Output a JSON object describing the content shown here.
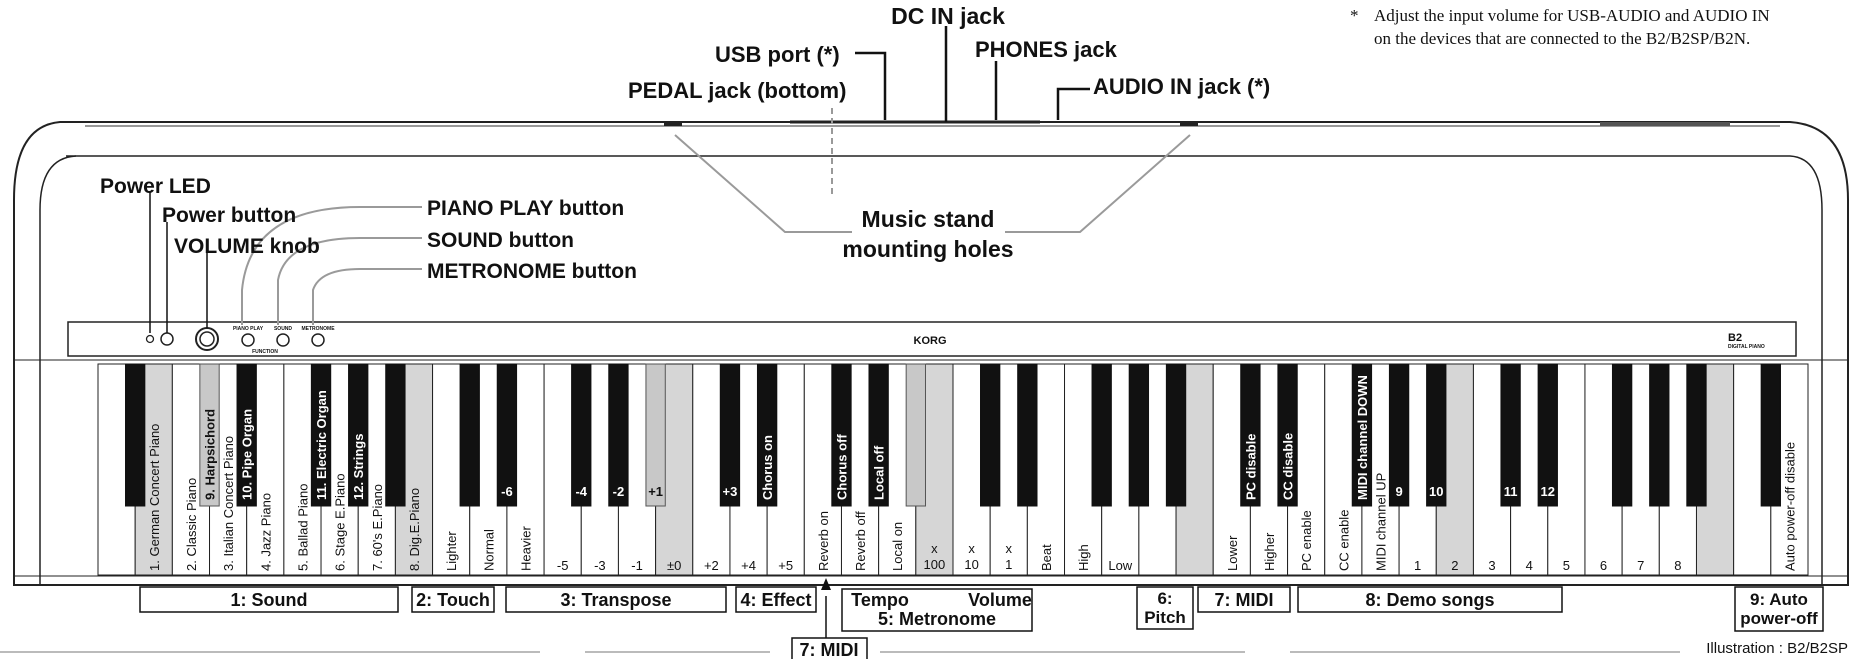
{
  "note": {
    "asterisk": "*",
    "line1": "Adjust the input volume for USB-AUDIO and AUDIO IN",
    "line2": "on the devices that are connected to the B2/B2SP/B2N."
  },
  "top_labels": {
    "dc_in": "DC IN jack",
    "usb": "USB port (*)",
    "phones": "PHONES jack",
    "pedal": "PEDAL jack (bottom)",
    "audio_in": "AUDIO IN jack (*)",
    "music_stand_1": "Music stand",
    "music_stand_2": "mounting holes"
  },
  "left_labels": {
    "power_led": "Power LED",
    "power_button": "Power button",
    "volume_knob": "VOLUME knob",
    "piano_play": "PIANO PLAY button",
    "sound": "SOUND button",
    "metronome": "METRONOME button"
  },
  "panel": {
    "brand": "KORG",
    "model": "B2",
    "model_sub": "DIGITAL PIANO",
    "btn1": "PIANO PLAY",
    "btn2": "SOUND",
    "btn3": "METRONOME",
    "func": "FUNCTION"
  },
  "white_keys": [
    "",
    "1. German Concert Piano",
    "2. Classic Piano",
    "3. Italian Concert Piano",
    "4. Jazz Piano",
    "5. Ballad Piano",
    "6. Stage E.Piano",
    "7. 60's E.Piano",
    "8. Dig.E.Piano",
    "Lighter",
    "Normal",
    "Heavier",
    "-5",
    "-3",
    "-1",
    "±0",
    "+2",
    "+4",
    "+5",
    "Reverb on",
    "Reverb off",
    "Local on",
    "x 100",
    "x 10",
    "x 1",
    "Beat",
    "High",
    "Low",
    "",
    "",
    "Lower",
    "Higher",
    "PC enable",
    "CC enable",
    "MIDI channel UP",
    "1",
    "2",
    "3",
    "4",
    "5",
    "6",
    "7",
    "8",
    "",
    "",
    "Auto power-off disable"
  ],
  "white_hl": [
    1,
    8,
    15,
    22,
    29,
    36,
    43
  ],
  "black_keys": [
    "",
    "9. Harpsichord",
    "10. Pipe Organ",
    "11. Electric Organ",
    "12. Strings",
    "",
    "",
    "-6",
    "-4",
    "-2",
    "+1",
    "+3",
    "Chorus on",
    "Chorus off",
    "Local off",
    "",
    "",
    "",
    "",
    "",
    "",
    "PC disable",
    "CC disable",
    "MIDI channel DOWN",
    "9",
    "10",
    "11",
    "12",
    "",
    "",
    "",
    "",
    ""
  ],
  "black_hl": [
    1,
    10,
    15
  ],
  "sections": {
    "sound": "1: Sound",
    "touch": "2: Touch",
    "transpose": "3: Transpose",
    "effect": "4: Effect",
    "midi_low": "7: MIDI",
    "tempo": "Tempo",
    "volume": "Volume",
    "metronome": "5: Metronome",
    "pitch_1": "6:",
    "pitch_2": "Pitch",
    "midi": "7: MIDI",
    "demo": "8: Demo songs",
    "auto_1": "9: Auto",
    "auto_2": "power-off"
  },
  "illustration": "Illustration : B2/B2SP"
}
